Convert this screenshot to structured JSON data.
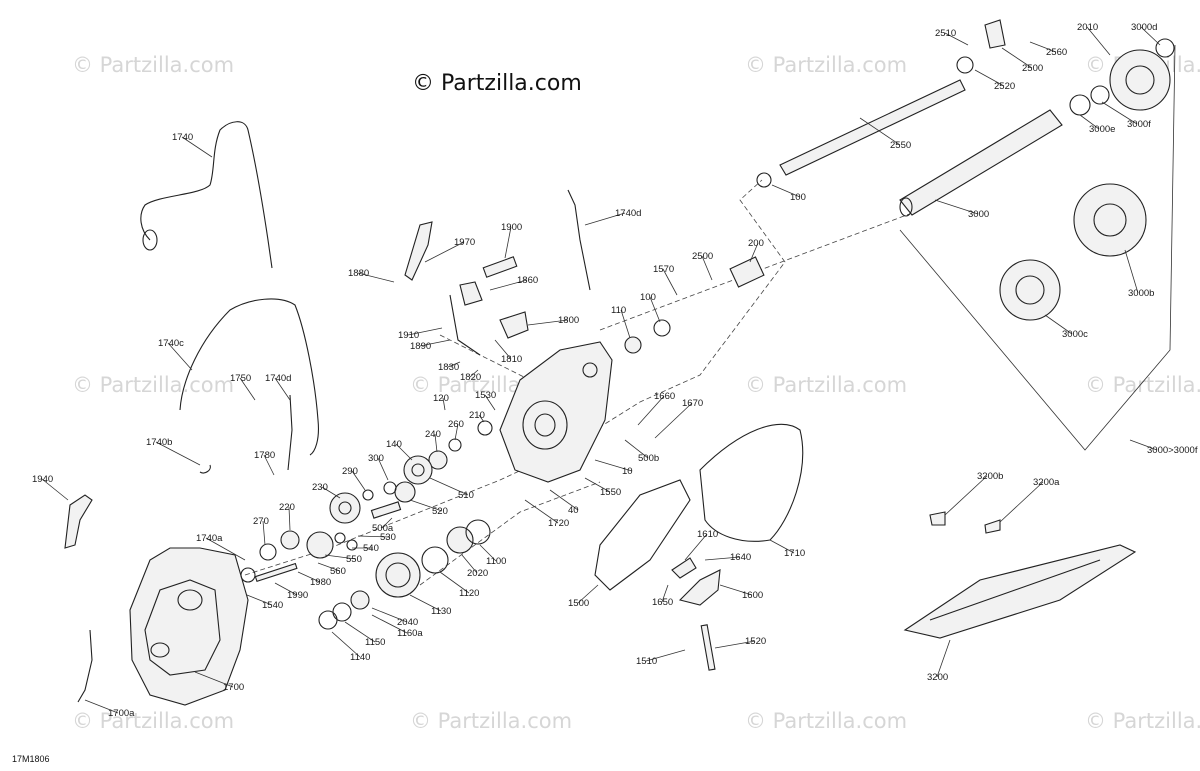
{
  "diagram": {
    "watermark_main": "© Partzilla.com",
    "watermark_repeat": "© Partzilla.com",
    "drawing_code": "17M1806",
    "callouts": [
      {
        "id": "1740",
        "label": "1740"
      },
      {
        "id": "1740c",
        "label": "1740c"
      },
      {
        "id": "1750",
        "label": "1750"
      },
      {
        "id": "1740d-left",
        "label": "1740d"
      },
      {
        "id": "1740b",
        "label": "1740b"
      },
      {
        "id": "1780",
        "label": "1780"
      },
      {
        "id": "1940",
        "label": "1940"
      },
      {
        "id": "1740a",
        "label": "1740a"
      },
      {
        "id": "1700",
        "label": "1700"
      },
      {
        "id": "1700a",
        "label": "1700a"
      },
      {
        "id": "1880",
        "label": "1880"
      },
      {
        "id": "1970",
        "label": "1970"
      },
      {
        "id": "1900",
        "label": "1900"
      },
      {
        "id": "1860",
        "label": "1860"
      },
      {
        "id": "1910",
        "label": "1910"
      },
      {
        "id": "1890",
        "label": "1890"
      },
      {
        "id": "1800",
        "label": "1800"
      },
      {
        "id": "1810",
        "label": "1810"
      },
      {
        "id": "1830",
        "label": "1830"
      },
      {
        "id": "1820",
        "label": "1820"
      },
      {
        "id": "1740d-top",
        "label": "1740d"
      },
      {
        "id": "1570",
        "label": "1570"
      },
      {
        "id": "2500-mid",
        "label": "2500"
      },
      {
        "id": "200",
        "label": "200"
      },
      {
        "id": "100-mid",
        "label": "100"
      },
      {
        "id": "110",
        "label": "110"
      },
      {
        "id": "120",
        "label": "120"
      },
      {
        "id": "1530",
        "label": "1530"
      },
      {
        "id": "210",
        "label": "210"
      },
      {
        "id": "260",
        "label": "260"
      },
      {
        "id": "240",
        "label": "240"
      },
      {
        "id": "140",
        "label": "140"
      },
      {
        "id": "300",
        "label": "300"
      },
      {
        "id": "290",
        "label": "290"
      },
      {
        "id": "230",
        "label": "230"
      },
      {
        "id": "220",
        "label": "220"
      },
      {
        "id": "270",
        "label": "270"
      },
      {
        "id": "510",
        "label": "510"
      },
      {
        "id": "520",
        "label": "520"
      },
      {
        "id": "500a",
        "label": "500a"
      },
      {
        "id": "530",
        "label": "530"
      },
      {
        "id": "540",
        "label": "540"
      },
      {
        "id": "550",
        "label": "550"
      },
      {
        "id": "560",
        "label": "560"
      },
      {
        "id": "1980",
        "label": "1980"
      },
      {
        "id": "1990",
        "label": "1990"
      },
      {
        "id": "1540",
        "label": "1540"
      },
      {
        "id": "10",
        "label": "10"
      },
      {
        "id": "1660",
        "label": "1660"
      },
      {
        "id": "1670",
        "label": "1670"
      },
      {
        "id": "500b",
        "label": "500b"
      },
      {
        "id": "1550",
        "label": "1550"
      },
      {
        "id": "40",
        "label": "40"
      },
      {
        "id": "1720",
        "label": "1720"
      },
      {
        "id": "2020",
        "label": "2020"
      },
      {
        "id": "1100",
        "label": "1100"
      },
      {
        "id": "1120",
        "label": "1120"
      },
      {
        "id": "1130",
        "label": "1130"
      },
      {
        "id": "2040",
        "label": "2040"
      },
      {
        "id": "1160a",
        "label": "1160a"
      },
      {
        "id": "1150",
        "label": "1150"
      },
      {
        "id": "1140",
        "label": "1140"
      },
      {
        "id": "1610",
        "label": "1610"
      },
      {
        "id": "1640",
        "label": "1640"
      },
      {
        "id": "1710",
        "label": "1710"
      },
      {
        "id": "1500",
        "label": "1500"
      },
      {
        "id": "1650",
        "label": "1650"
      },
      {
        "id": "1600",
        "label": "1600"
      },
      {
        "id": "1520",
        "label": "1520"
      },
      {
        "id": "1510",
        "label": "1510"
      },
      {
        "id": "2510",
        "label": "2510"
      },
      {
        "id": "2500-top",
        "label": "2500"
      },
      {
        "id": "2560",
        "label": "2560"
      },
      {
        "id": "2520",
        "label": "2520"
      },
      {
        "id": "2010",
        "label": "2010"
      },
      {
        "id": "3000d",
        "label": "3000d"
      },
      {
        "id": "3000e",
        "label": "3000e"
      },
      {
        "id": "3000f",
        "label": "3000f"
      },
      {
        "id": "2550",
        "label": "2550"
      },
      {
        "id": "100-top",
        "label": "100"
      },
      {
        "id": "3000",
        "label": "3000"
      },
      {
        "id": "3000b",
        "label": "3000b"
      },
      {
        "id": "3000c",
        "label": "3000c"
      },
      {
        "id": "3000-range",
        "label": "3000>3000f"
      },
      {
        "id": "3200b",
        "label": "3200b"
      },
      {
        "id": "3200a",
        "label": "3200a"
      },
      {
        "id": "3200",
        "label": "3200"
      }
    ]
  }
}
